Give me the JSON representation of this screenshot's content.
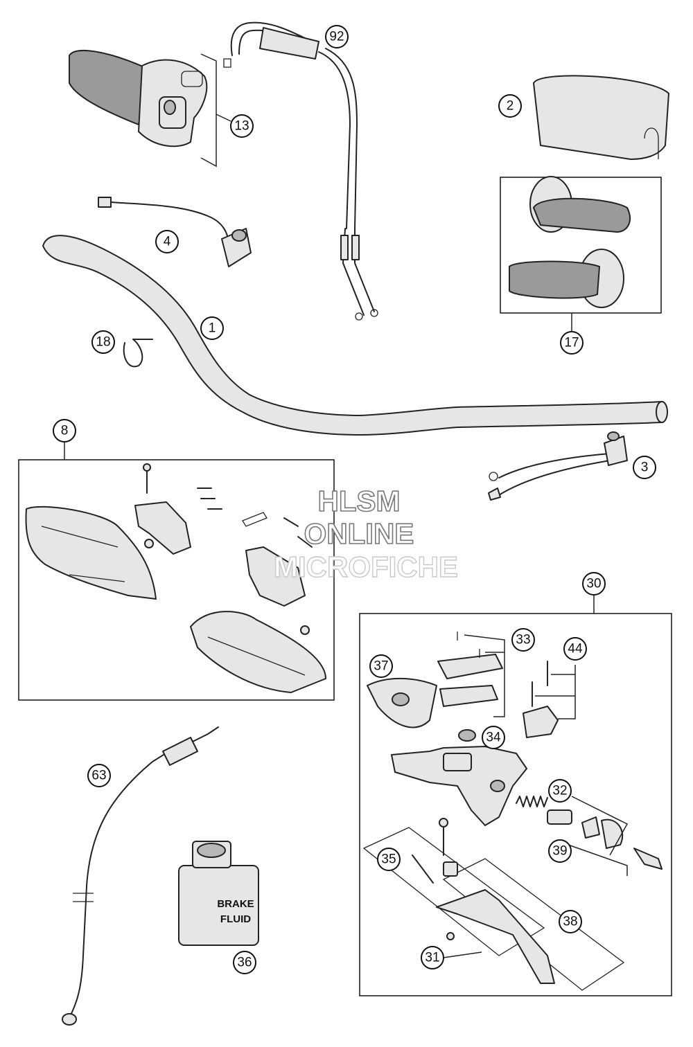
{
  "watermark": {
    "line1": "HLSM",
    "line2": "ONLINE",
    "line3": "MICROFICHE"
  },
  "bottle": {
    "line1": "BRAKE",
    "line2": "FLUID"
  },
  "callouts": {
    "c92": "92",
    "c2": "2",
    "c13": "13",
    "c17": "17",
    "c4": "4",
    "c1": "1",
    "c18": "18",
    "c8": "8",
    "c3": "3",
    "c30": "30",
    "c33": "33",
    "c44": "44",
    "c37": "37",
    "c34": "34",
    "c32": "32",
    "c39": "39",
    "c35": "35",
    "c38": "38",
    "c31": "31",
    "c63": "63",
    "c36": "36"
  }
}
